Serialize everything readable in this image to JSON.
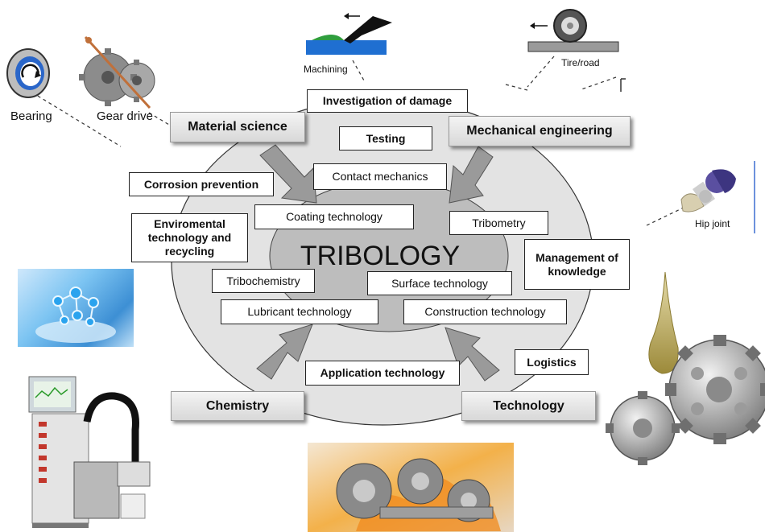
{
  "center_title": "TRIBOLOGY",
  "fields": {
    "material_science": "Material science",
    "mechanical_engineering": "Mechanical engineering",
    "chemistry": "Chemistry",
    "technology": "Technology"
  },
  "topics": {
    "investigation": "Investigation of damage",
    "testing": "Testing",
    "contact_mechanics": "Contact mechanics",
    "corrosion": "Corrosion prevention",
    "coating": "Coating technology",
    "tribometry": "Tribometry",
    "environmental": "Enviromental\ntechnology and\nrecycling",
    "management": "Management of\nknowledge",
    "tribochemistry": "Tribochemistry",
    "surface": "Surface technology",
    "lubricant": "Lubricant technology",
    "construction": "Construction technology",
    "logistics": "Logistics",
    "application": "Application technology"
  },
  "applications": {
    "bearing": "Bearing",
    "gear_drive": "Gear drive",
    "machining": "Machining",
    "tire_road": "Tire/road",
    "hip_joint": "Hip joint"
  },
  "colors": {
    "outer_ellipse": "#e3e3e3",
    "inner_ellipse": "#bdbdbd",
    "arrow": "#9a9a9a",
    "machining_blue": "#1f6fd1"
  }
}
